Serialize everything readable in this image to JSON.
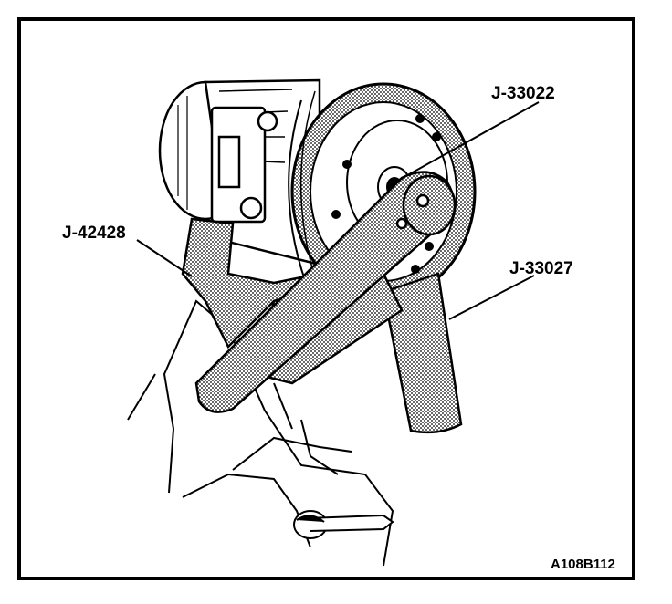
{
  "callouts": [
    {
      "id": "j33022",
      "text": "J-33022"
    },
    {
      "id": "j42428",
      "text": "J-42428"
    },
    {
      "id": "j33027",
      "text": "J-33027"
    }
  ],
  "figure_id": "A108B112",
  "colors": {
    "ink": "#000000",
    "paper": "#ffffff"
  }
}
